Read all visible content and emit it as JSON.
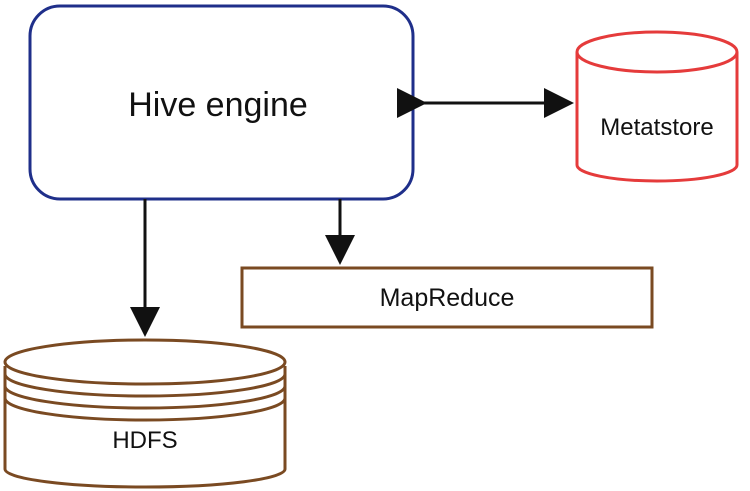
{
  "nodes": {
    "hive_engine": {
      "label": "Hive engine",
      "border_color": "#1f2f8a"
    },
    "metastore": {
      "label": "Metatstore",
      "border_color": "#e53b3b"
    },
    "mapreduce": {
      "label": "MapReduce",
      "border_color": "#7a4a22"
    },
    "hdfs": {
      "label": "HDFS",
      "border_color": "#7a4a22"
    }
  },
  "edges": [
    {
      "from": "hive_engine",
      "to": "metastore",
      "direction": "both"
    },
    {
      "from": "hive_engine",
      "to": "mapreduce",
      "direction": "forward"
    },
    {
      "from": "hive_engine",
      "to": "hdfs",
      "direction": "forward"
    }
  ],
  "arrow_color": "#111111"
}
